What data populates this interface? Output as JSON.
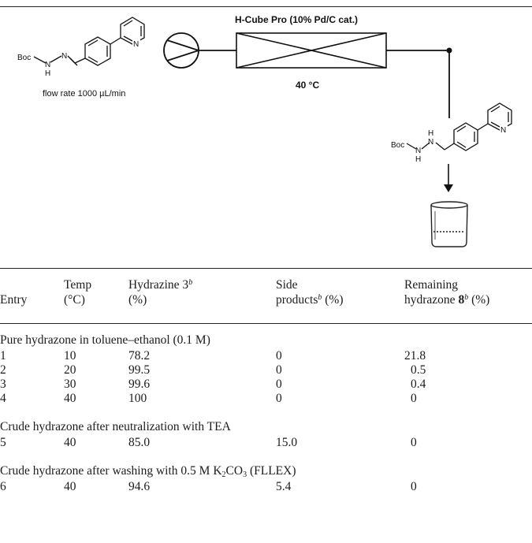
{
  "scheme": {
    "reactor_title": "H-Cube Pro (10% Pd/C cat.)",
    "reactor_temp": "40 °C",
    "flow_rate": "flow rate 1000 µL/min",
    "reactant_boc": "Boc",
    "reactant_n1": "N",
    "reactant_n2": "N",
    "reactant_h": "H",
    "reactant_ring_n": "N",
    "product_boc": "Boc",
    "product_n1": "N",
    "product_n2": "N",
    "product_h1": "H",
    "product_h2": "H",
    "product_ring_n": "N"
  },
  "table": {
    "headers": {
      "entry": "Entry",
      "temp_1": "Temp",
      "temp_2": "(°C)",
      "hydrazine_1": "Hydrazine 3",
      "hydrazine_sup": "b",
      "hydrazine_2": "(%)",
      "side_1": "Side",
      "side_2": "products",
      "side_sup": "b",
      "side_3": " (%)",
      "remaining_1": "Remaining",
      "remaining_2": "hydrazone ",
      "remaining_bold": "8",
      "remaining_sup": "b",
      "remaining_3": " (%)"
    },
    "sections": [
      "Pure hydrazone in toluene–ethanol (0.1 M)",
      "Crude hydrazone after neutralization with TEA"
    ],
    "section3": {
      "prefix": "Crude hydrazone after washing with 0.5 M K",
      "sub1": "2",
      "mid": "CO",
      "sub2": "3",
      "suffix": " (FLLEX)"
    },
    "rows": [
      {
        "entry": "1",
        "temp": "10",
        "hydrazine": "78.2",
        "side": "0",
        "remaining": "21.8"
      },
      {
        "entry": "2",
        "temp": "20",
        "hydrazine": "99.5",
        "side": "0",
        "remaining": "0.5"
      },
      {
        "entry": "3",
        "temp": "30",
        "hydrazine": "99.6",
        "side": "0",
        "remaining": "0.4"
      },
      {
        "entry": "4",
        "temp": "40",
        "hydrazine": "100",
        "side": "0",
        "remaining": "0"
      },
      {
        "entry": "5",
        "temp": "40",
        "hydrazine": "85.0",
        "side": "15.0",
        "remaining": "0"
      },
      {
        "entry": "6",
        "temp": "40",
        "hydrazine": "94.6",
        "side": "5.4",
        "remaining": "0"
      }
    ]
  }
}
